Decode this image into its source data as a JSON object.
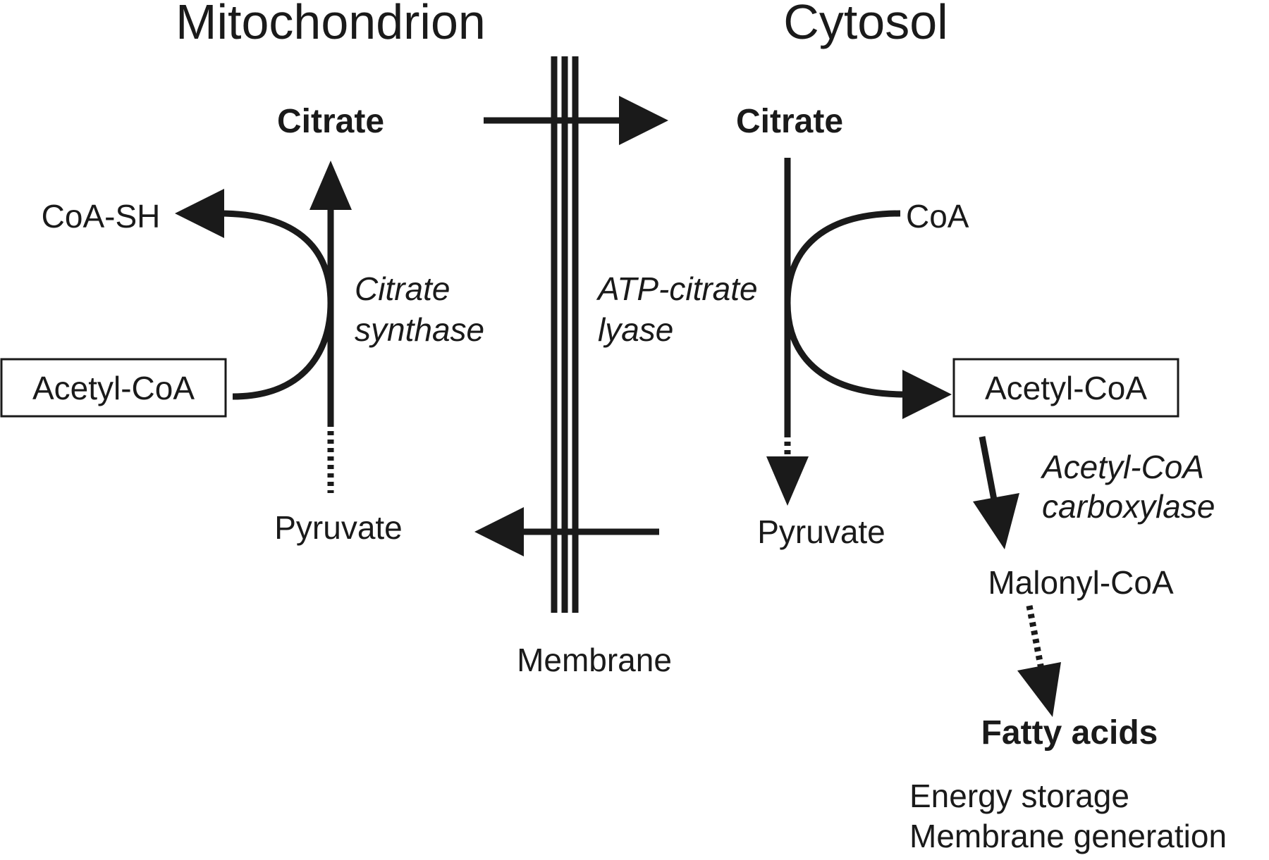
{
  "headings": {
    "mitochondrion": "Mitochondrion",
    "cytosol": "Cytosol"
  },
  "membrane": {
    "label": "Membrane"
  },
  "mitochondrion_side": {
    "citrate": "Citrate",
    "coa_sh": "CoA-SH",
    "enzyme_line1": "Citrate",
    "enzyme_line2": "synthase",
    "acetyl_coa": "Acetyl-CoA",
    "pyruvate": "Pyruvate"
  },
  "cytosol_side": {
    "citrate": "Citrate",
    "coa": "CoA",
    "enzyme_line1": "ATP-citrate",
    "enzyme_line2": "lyase",
    "acetyl_coa": "Acetyl-CoA",
    "pyruvate": "Pyruvate",
    "carboxylase_line1": "Acetyl-CoA",
    "carboxylase_line2": "carboxylase",
    "malonyl_coa": "Malonyl-CoA",
    "fatty_acids": "Fatty acids",
    "use1": "Energy storage",
    "use2": "Membrane generation"
  },
  "colors": {
    "ink": "#1a1a1a",
    "background": "#ffffff"
  }
}
